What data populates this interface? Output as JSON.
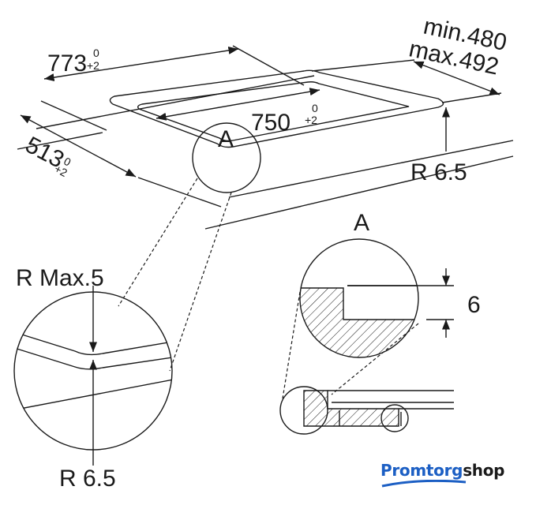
{
  "diagram": {
    "width_outer": {
      "value": "773",
      "tol_upper": "0",
      "tol_lower": "+2"
    },
    "width_inner": {
      "value": "750",
      "tol_upper": "0",
      "tol_lower": "+2"
    },
    "depth": {
      "value": "513",
      "tol_upper": "0",
      "tol_lower": "+2"
    },
    "depth_range": {
      "min": "min.480",
      "max": "max.492"
    },
    "corner_radius_top": "R 6.5",
    "detail_label": "A",
    "detail_label_2": "A",
    "detail_radius_max": "R Max.5",
    "detail_radius_bottom": "R 6.5",
    "step_depth": "6"
  },
  "logo": {
    "part1": "Promtorg",
    "part2": "shop",
    "color": "#1c5fc4"
  }
}
